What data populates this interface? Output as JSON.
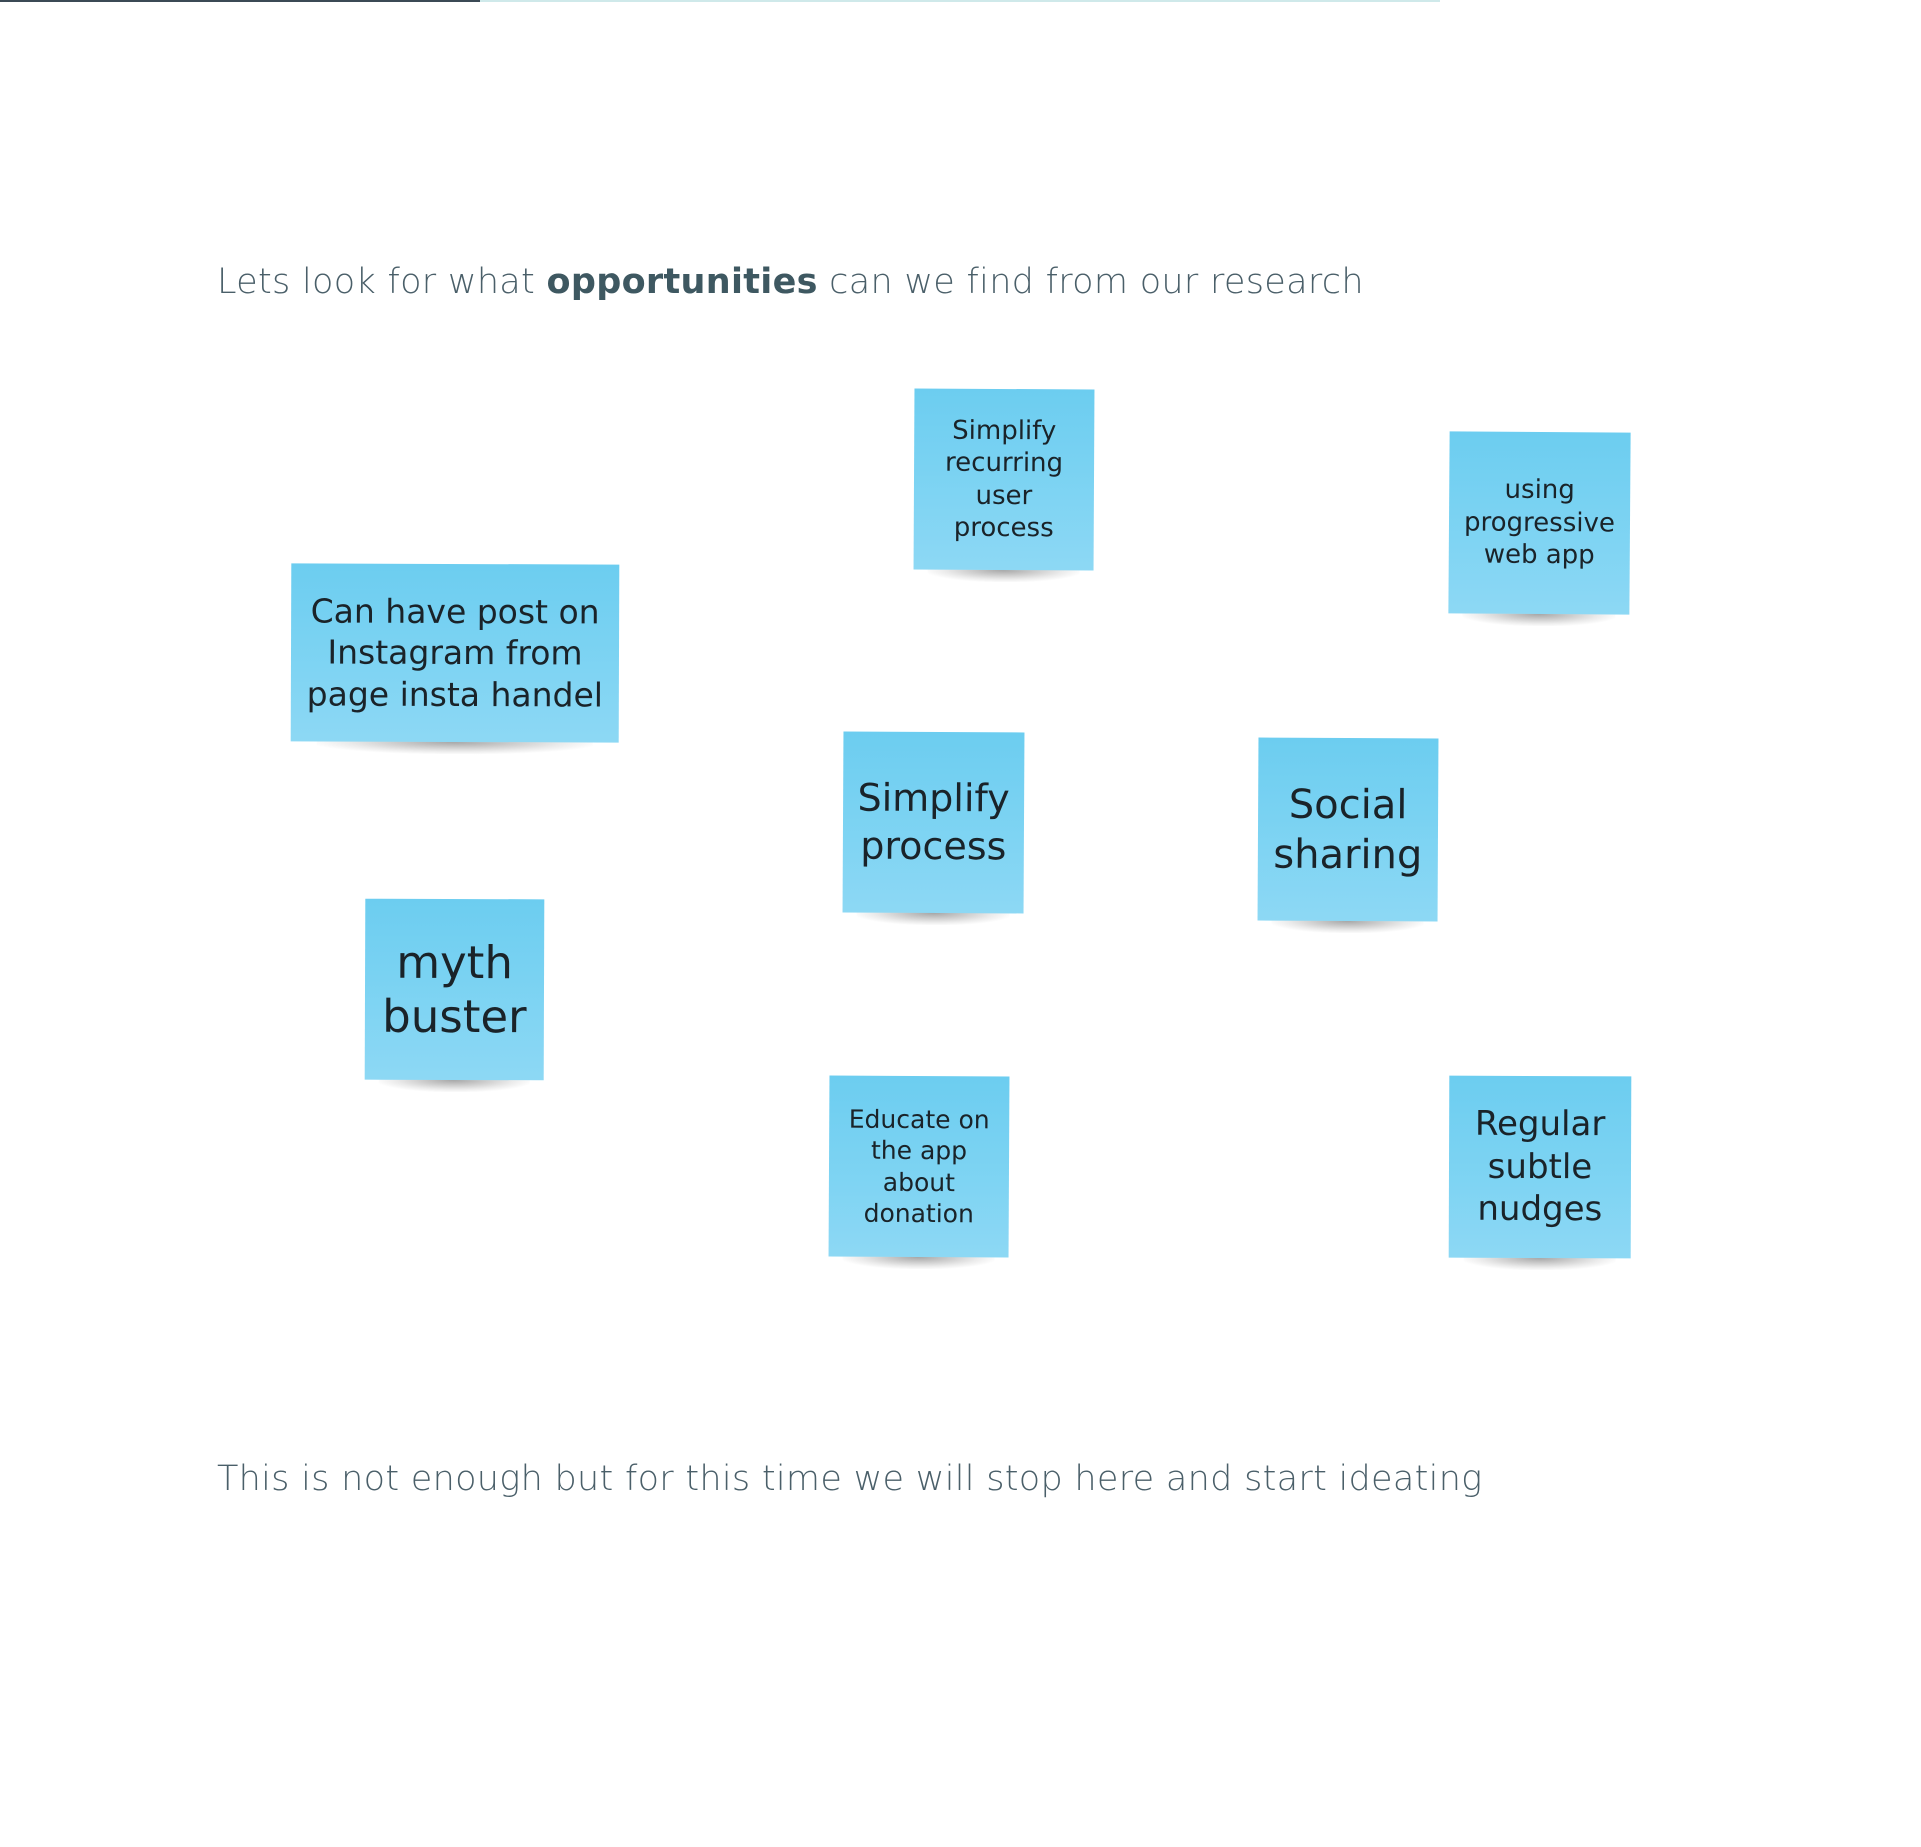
{
  "page": {
    "heading": {
      "before": "Lets look for what ",
      "emphasis": "opportunities",
      "after": " can we find from our research"
    },
    "footer": "This is not enough but for this time we will stop here and start ideating"
  },
  "board": {
    "sticky_color": "#78d1f2",
    "notes": [
      {
        "text": "Can have post on\nInstagram from\npage insta handel"
      },
      {
        "text": "Simplify\nrecurring\nuser\nprocess"
      },
      {
        "text": "using\nprogressive\nweb app"
      },
      {
        "text": "Simplify\nprocess"
      },
      {
        "text": "Social\nsharing"
      },
      {
        "text": "myth\nbuster"
      },
      {
        "text": "Educate on\nthe app\nabout\ndonation"
      },
      {
        "text": "Regular\nsubtle\nnudges"
      }
    ]
  }
}
